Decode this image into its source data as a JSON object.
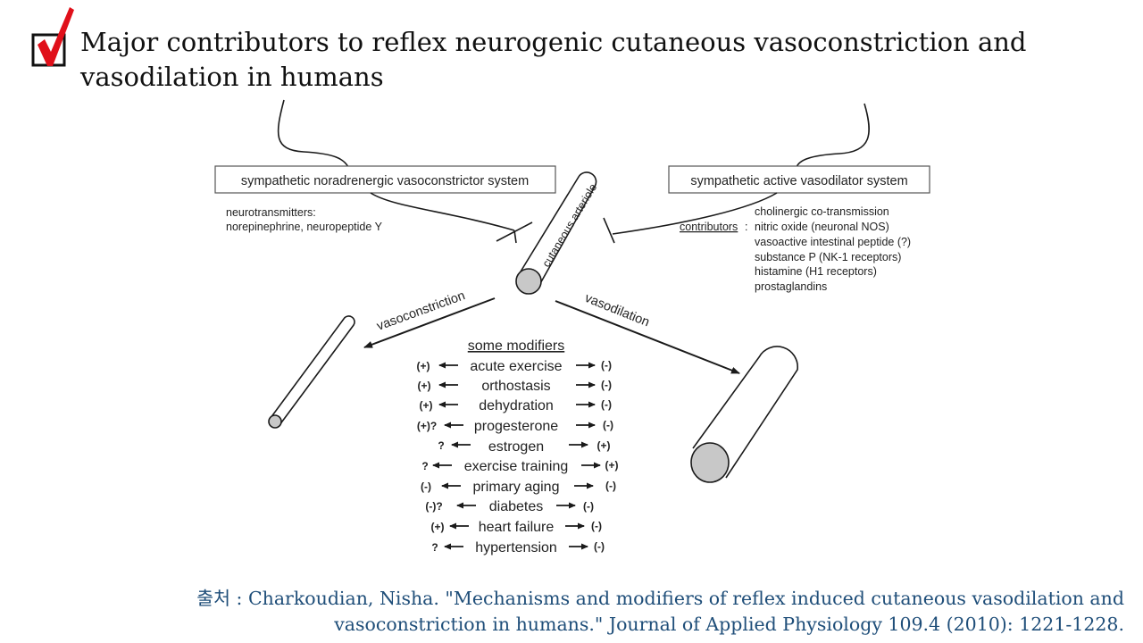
{
  "slide": {
    "title": "Major contributors to reflex neurogenic cutaneous vasoconstriction and vasodilation in humans",
    "checkbox_icon": "checkmark-checkbox-icon",
    "accent_color": "#e0101a",
    "citation_label": "출처 :",
    "citation_line1": "Charkoudian, Nisha. \"Mechanisms and modifiers of reflex induced cutaneous vasodilation and",
    "citation_line2": "vasoconstriction in humans.\" Journal of Applied Physiology 109.4 (2010): 1221-1228.",
    "citation_color": "#1f4e79"
  },
  "diagram": {
    "left_system": "sympathetic noradrenergic vasoconstrictor system",
    "right_system": "sympathetic active vasodilator system",
    "neurotransmitters_label": "neurotransmitters:",
    "neurotransmitters_value": "norepinephrine, neuropeptide Y",
    "vessel_label": "cutaneous arteriole",
    "contributors_label": "contributors",
    "contributors_colon": ":",
    "contributors": [
      "cholinergic co-transmission",
      "nitric oxide (neuronal NOS)",
      "vasoactive intestinal peptide (?)",
      "substance P (NK-1 receptors)",
      "histamine (H1 receptors)",
      "prostaglandins"
    ],
    "vasoconstriction_label": "vasoconstriction",
    "vasodilation_label": "vasodilation",
    "modifiers_title": "some modifiers",
    "modifiers": [
      {
        "left": "(+)",
        "name": "acute exercise",
        "right": "(-)"
      },
      {
        "left": "(+)",
        "name": "orthostasis",
        "right": "(-)"
      },
      {
        "left": "(+)",
        "name": "dehydration",
        "right": "(-)"
      },
      {
        "left": "(+)?",
        "name": "progesterone",
        "right": "(-)"
      },
      {
        "left": "?",
        "name": "estrogen",
        "right": "(+)"
      },
      {
        "left": "?",
        "name": "exercise training",
        "right": "(+)"
      },
      {
        "left": "(-)",
        "name": "primary aging",
        "right": "(-)"
      },
      {
        "left": "(-)?",
        "name": "diabetes",
        "right": "(-)"
      },
      {
        "left": "(+)",
        "name": "heart failure",
        "right": "(-)"
      },
      {
        "left": "?",
        "name": "hypertension",
        "right": "(-)"
      }
    ]
  }
}
